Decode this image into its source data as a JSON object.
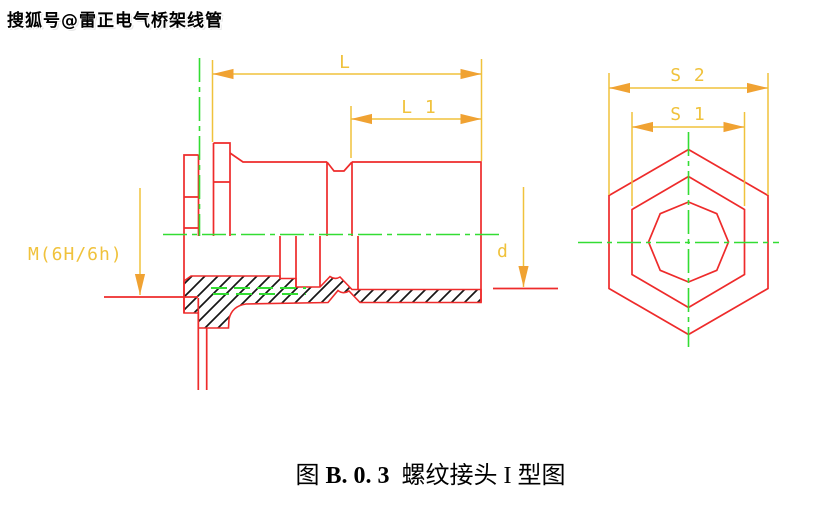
{
  "watermark": "搜狐号@雷正电气桥架线管",
  "figure": {
    "caption_prefix": "图 ",
    "caption_number": "B. 0. 3",
    "caption_title": "  螺纹接头 I 型图"
  },
  "dimension_labels": {
    "overall_length": "L",
    "thread_length": "L 1",
    "thread_spec": "M(6H/6h)",
    "plain_end_diameter": "d",
    "hex_across_flats_outer": "S 2",
    "hex_across_flats_inner": "S 1"
  },
  "colors": {
    "outline": "#EE2B2B",
    "dimension": "#F0C23C",
    "arrow": "#F0A232",
    "centerline": "#33DD33",
    "thread_line": "#33DD33",
    "hatch": "#161616",
    "background": "#FFFFFF",
    "text": "#000000"
  }
}
